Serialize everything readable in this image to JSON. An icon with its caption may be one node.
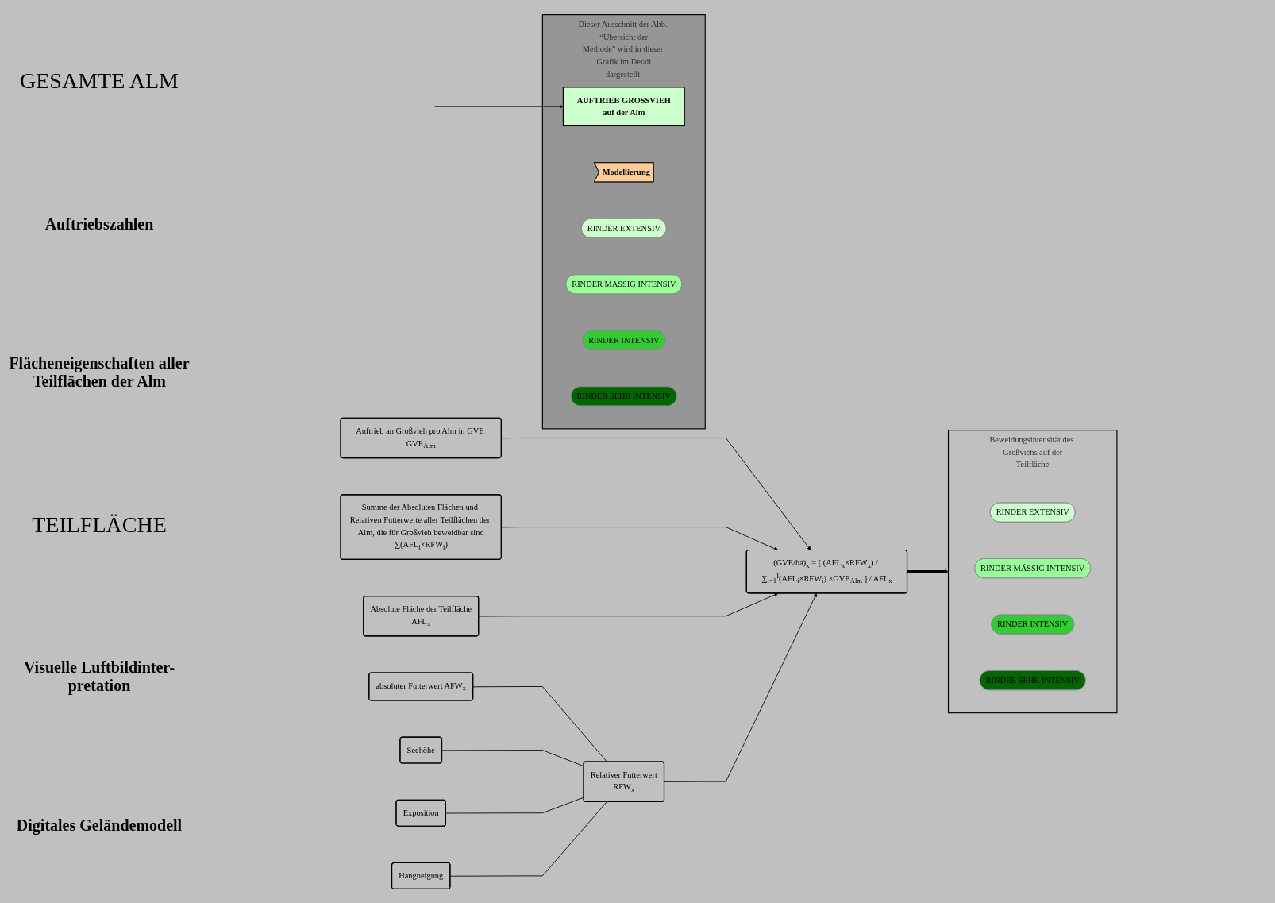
{
  "diagram": {
    "nodes": [
      {
        "text": [
          "Auftrieb an Großvieh pro Alm in GVE GVE$_{Alm}$"
        ]
      },
      {
        "text": [
          "Summe der Absoluten Flächen und Relativen Futterwerte aller Teilflächen der Alm, die für Großvieh beweidbar sind",
          "∑(AFL$_{i}$×RFW$_{i}$)"
        ]
      },
      {
        "text": [
          "Absolute Fläche der Teilfläche",
          "AFL$_{x}$"
        ]
      },
      {
        "text": [
          "absoluter Futterwert AFW$_{x}$"
        ]
      },
      {
        "text": [
          "Seehöhe"
        ]
      },
      {
        "text": [
          "Exposition"
        ]
      },
      {
        "text": [
          "Hangneigung"
        ]
      },
      {
        "text": [
          "Relativer Futterwert",
          "RFW$_{x}$"
        ]
      },
      {
        "text": [
          "(GVE/ha)$_{x}$ = [ (AFL$_{x}$×RFW$_{x}$) / ∑$_{i=1}$$^{I}$(AFL$_{i}$×RFW$_{i}$) ×GVE$_{Alm}$ ] / AFL$_{x}$"
        ]
      },
      {
        "text": [
          "Beweidungsintensität des Großviehs auf der Teilfläche"
        ]
      },
      {
        "text": [
          "RINDER EXTENSIV"
        ],
        "in": 9
      },
      {
        "text": [
          "RINDER MÄSSIG INTENSIV"
        ],
        "in": 9
      },
      {
        "text": [
          "RINDER INTENSIV"
        ],
        "in": 9
      },
      {
        "text": [
          "RINDER SEHR INTENSIV"
        ],
        "in": 9
      },
      {
        "text": [
          "Dieser Ausschnitt der Abb. “Übersicht der Methode” wird in dieser Grafik im Detail dargestellt."
        ]
      },
      {
        "text": [
          "AUFTRIEB GROSSVIEH",
          "auf der Alm"
        ],
        "in": 14
      },
      {
        "text": [
          "Modellierung"
        ],
        "in": 14
      },
      {
        "text": [
          "RINDER EXTENSIV"
        ],
        "in": 14
      },
      {
        "text": [
          "RINDER MÄSSIG INTENSIV"
        ],
        "in": 14
      },
      {
        "text": [
          "RINDER INTENSIV"
        ],
        "in": 14
      },
      {
        "text": [
          "RINDER SEHR INTENSIV"
        ],
        "in": 14
      }
    ],
    "edges": [
      {
        "from": 0,
        "to": 8,
        "arrow": "to"
      },
      {
        "from": 1,
        "to": 8,
        "arrow": "to"
      },
      {
        "from": 2,
        "to": 8,
        "arrow": "to"
      },
      {
        "from": 3,
        "to": 7,
        "arrow": "none"
      },
      {
        "from": 4,
        "to": 7,
        "arrow": "none"
      },
      {
        "from": 5,
        "to": 7,
        "arrow": "none"
      },
      {
        "from": 6,
        "to": 7,
        "arrow": "none"
      },
      {
        "from": 7,
        "to": 8,
        "arrow": "to"
      },
      {
        "from": 8,
        "to": 9,
        "arrow": "to",
        "style": "thick"
      },
      {
        "from": null,
        "to": 15,
        "arrow": "to"
      }
    ],
    "labels": [
      "GESAMTE ALM",
      "Auftriebszahlen",
      "Flächeneigenschaften aller Teilflächen der Alm",
      "TEILFLÄCHE",
      "Visuelle Luftbildinter-pretation",
      "Digitales Geländemodell"
    ]
  }
}
